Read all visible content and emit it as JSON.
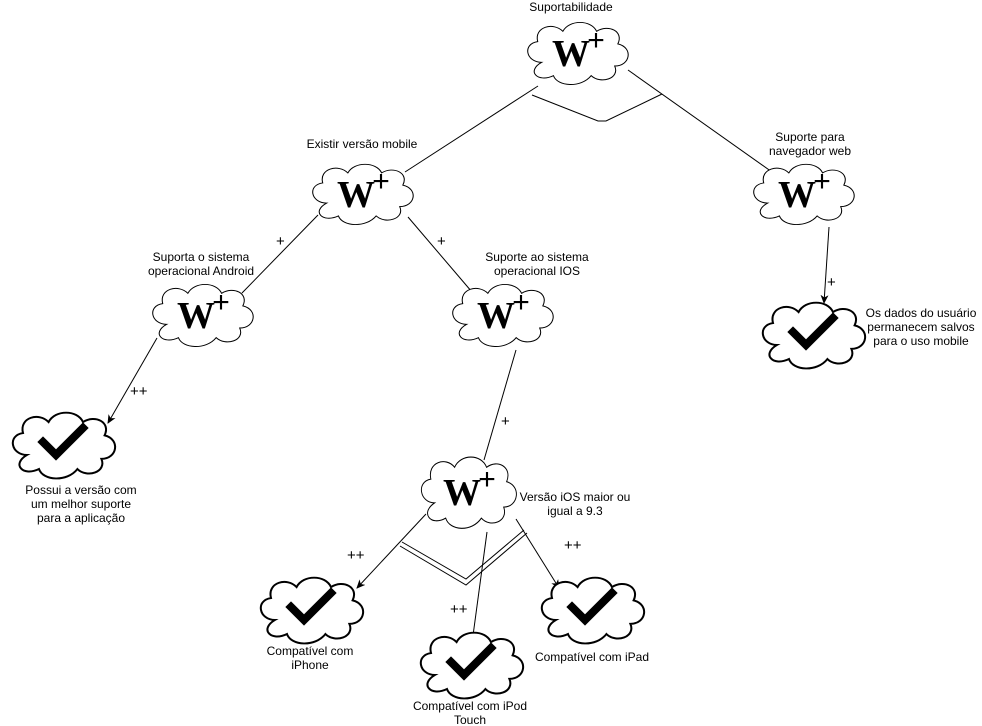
{
  "nodes": {
    "suportabilidade": {
      "label": "Suportabilidade",
      "symbol": "W",
      "sup": "+"
    },
    "versao_mobile": {
      "label": "Existir versão mobile",
      "symbol": "W",
      "sup": "+"
    },
    "navegador_web": {
      "label": "Suporte para\nnavegador web",
      "symbol": "W",
      "sup": "+"
    },
    "android": {
      "label": "Suporta o sistema\noperacional Android",
      "symbol": "W",
      "sup": "+"
    },
    "ios": {
      "label": "Suporte ao sistema\noperacional IOS",
      "symbol": "W",
      "sup": "+"
    },
    "ios_93": {
      "label": "Versão iOS maior ou\nigual a 9.3",
      "symbol": "W",
      "sup": "+"
    }
  },
  "goals": {
    "dados_usuario": {
      "label": "Os dados do usuário\npermanecem salvos\npara o uso mobile",
      "icon": "checkmark-icon"
    },
    "android_suporte": {
      "label": "Possui a versão com\num melhor suporte\npara a aplicação",
      "icon": "checkmark-icon"
    },
    "iphone": {
      "label": "Compatível com\niPhone",
      "icon": "checkmark-icon"
    },
    "ipod": {
      "label": "Compatível com iPod\nTouch",
      "icon": "checkmark-icon"
    },
    "ipad": {
      "label": "Compatível com iPad",
      "icon": "checkmark-icon"
    }
  },
  "contributions": {
    "mobile_android": "+",
    "mobile_ios": "+",
    "web_dados": "+",
    "android_goal": "++",
    "ios_93": "+",
    "ios93_iphone": "++",
    "ios93_ipod": "++",
    "ios93_ipad": "++"
  },
  "colors": {
    "stroke": "#000000",
    "fill": "#ffffff"
  }
}
